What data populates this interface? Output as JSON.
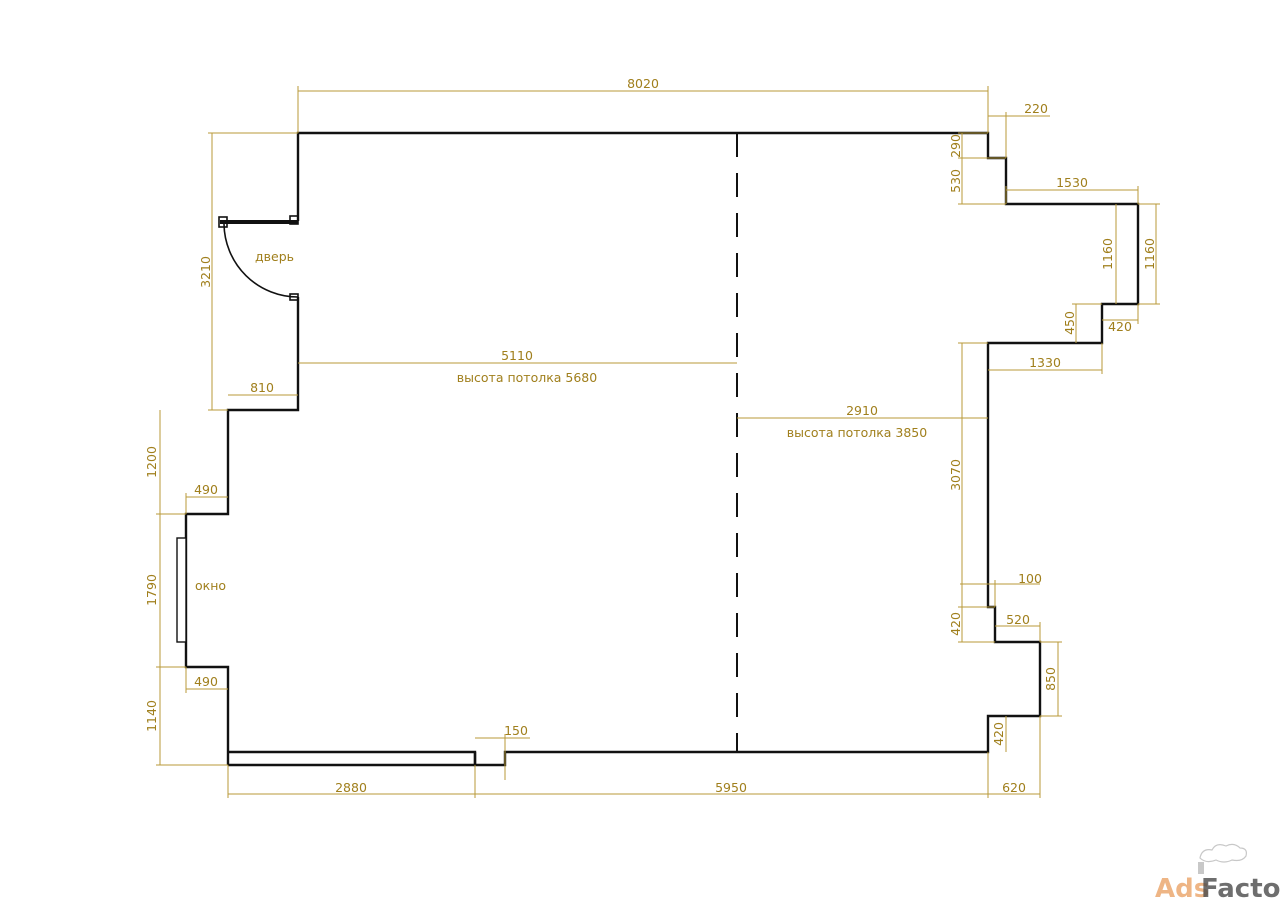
{
  "labels": {
    "door": "дверь",
    "window": "окно",
    "ceiling_left": "высота потолка 5680",
    "ceiling_right": "высота потолка 3850"
  },
  "dimensions": {
    "top_total": "8020",
    "top_right_offset": "220",
    "right_290": "290",
    "right_530": "530",
    "right_1530": "1530",
    "right_1160_inner": "1160",
    "right_1160_outer": "1160",
    "right_450": "450",
    "right_420_upper": "420",
    "right_1330": "1330",
    "right_3070": "3070",
    "right_100": "100",
    "right_420_mid": "420",
    "right_520": "520",
    "right_850": "850",
    "right_420_lower": "420",
    "left_3210": "3210",
    "left_810": "810",
    "left_1200": "1200",
    "left_490_upper": "490",
    "left_1790": "1790",
    "left_490_lower": "490",
    "left_1140": "1140",
    "inner_5110": "5110",
    "inner_2910": "2910",
    "bottom_150": "150",
    "bottom_2880": "2880",
    "bottom_5950": "5950",
    "bottom_620": "620"
  },
  "watermark": {
    "brand_part1": "Ads",
    "brand_part2": "Factory"
  },
  "colors": {
    "dimension": "#b89a3a",
    "text": "#a07f1c",
    "wall": "#111111",
    "watermark_orange": "#e07820",
    "watermark_dark": "#4a4a4a"
  }
}
